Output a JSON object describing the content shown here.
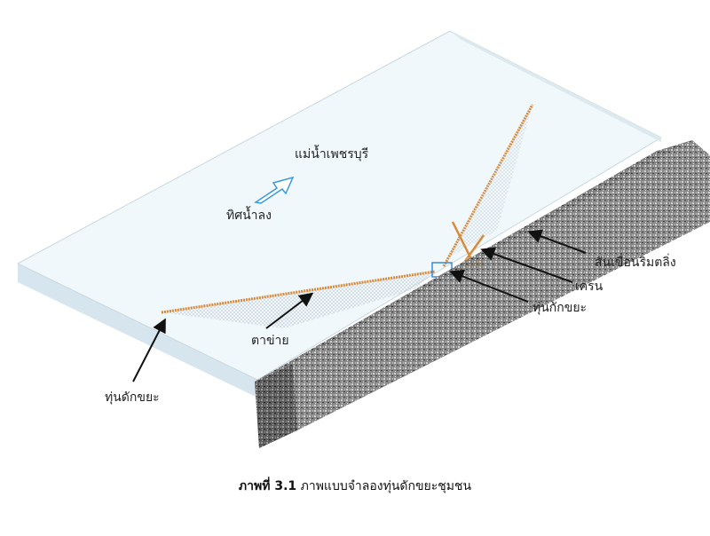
{
  "labels": {
    "river": "แม่น้ำเพชรบุรี",
    "flow_direction": "ทิศน้ำลง",
    "embankment": "สันเขื่อนริมตลิ่ง",
    "crane": "เครน",
    "collector_buoy": "ทุ่นกักขยะ",
    "net": "ตาข่าย",
    "trap_buoy": "ทุ่นดักขยะ"
  },
  "caption": {
    "number": "ภาพที่ 3.1",
    "text": "ภาพแบบจำลองทุ่นดักขยะชุมชน"
  },
  "colors": {
    "water": "#eef7fb",
    "buoy": "#d98a3a",
    "embankment": "#6f6f6f",
    "arrow_outline": "#3a9ad9"
  }
}
